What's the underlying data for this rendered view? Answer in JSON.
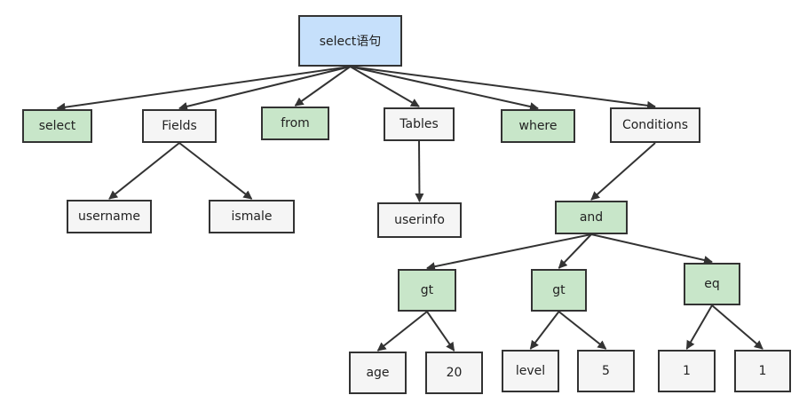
{
  "diagram": {
    "nodes": {
      "root": {
        "label": "select语句",
        "kind": "root"
      },
      "select": {
        "label": "select",
        "kind": "keyword"
      },
      "fields": {
        "label": "Fields",
        "kind": "plain"
      },
      "from": {
        "label": "from",
        "kind": "keyword"
      },
      "tables": {
        "label": "Tables",
        "kind": "plain"
      },
      "where": {
        "label": "where",
        "kind": "keyword"
      },
      "conditions": {
        "label": "Conditions",
        "kind": "plain"
      },
      "username": {
        "label": "username",
        "kind": "plain"
      },
      "ismale": {
        "label": "ismale",
        "kind": "plain"
      },
      "userinfo": {
        "label": "userinfo",
        "kind": "plain"
      },
      "and": {
        "label": "and",
        "kind": "keyword"
      },
      "gt1": {
        "label": "gt",
        "kind": "keyword"
      },
      "gt2": {
        "label": "gt",
        "kind": "keyword"
      },
      "eq": {
        "label": "eq",
        "kind": "keyword"
      },
      "age": {
        "label": "age",
        "kind": "plain"
      },
      "n20": {
        "label": "20",
        "kind": "plain"
      },
      "level": {
        "label": "level",
        "kind": "plain"
      },
      "n5": {
        "label": "5",
        "kind": "plain"
      },
      "one_a": {
        "label": "1",
        "kind": "plain"
      },
      "one_b": {
        "label": "1",
        "kind": "plain"
      }
    },
    "edges": [
      [
        "root",
        "select"
      ],
      [
        "root",
        "fields"
      ],
      [
        "root",
        "from"
      ],
      [
        "root",
        "tables"
      ],
      [
        "root",
        "where"
      ],
      [
        "root",
        "conditions"
      ],
      [
        "fields",
        "username"
      ],
      [
        "fields",
        "ismale"
      ],
      [
        "tables",
        "userinfo"
      ],
      [
        "conditions",
        "and"
      ],
      [
        "and",
        "gt1"
      ],
      [
        "and",
        "gt2"
      ],
      [
        "and",
        "eq"
      ],
      [
        "gt1",
        "age"
      ],
      [
        "gt1",
        "n20"
      ],
      [
        "gt2",
        "level"
      ],
      [
        "gt2",
        "n5"
      ],
      [
        "eq",
        "one_a"
      ],
      [
        "eq",
        "one_b"
      ]
    ],
    "colors": {
      "root_fill": "#c6e0fb",
      "keyword_fill": "#c8e6c9",
      "plain_fill": "#f5f5f5",
      "border": "#333333",
      "edge": "#333333"
    }
  }
}
